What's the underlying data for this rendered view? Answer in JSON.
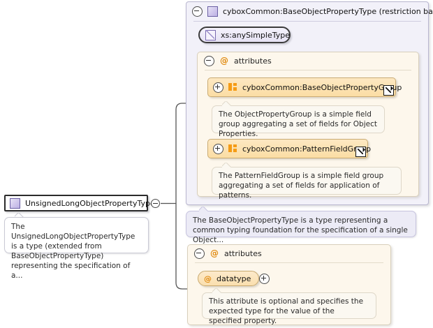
{
  "diagram": {
    "type": "xml-schema-component-diagram",
    "root": {
      "name": "UnsignedLongObjectPropertyType",
      "icon": "complex-type-icon",
      "toggle": "minus-circle-icon",
      "annotation": "The UnsignedLongObjectPropertyType is a type (extended from BaseObjectPropertyType) representing the specification of a..."
    },
    "derived_panel": {
      "toggle": "minus-circle-icon",
      "icon": "complex-type-icon",
      "title": "cyboxCommon:BaseObjectPropertyType (restriction base)",
      "base_chip": {
        "icon": "simple-type-icon",
        "label": "xs:anySimpleType"
      },
      "attributes_section": {
        "toggle": "minus-circle-icon",
        "at_symbol": "@",
        "label": "attributes",
        "items": [
          {
            "toggle": "plus-circle-icon",
            "icon": "attribute-group-icon",
            "label": "cyboxCommon:BaseObjectPropertyGroup",
            "link_icon": "external-link-icon",
            "annotation": "The ObjectPropertyGroup is a simple field group aggregating a set of fields for Object Properties."
          },
          {
            "toggle": "plus-circle-icon",
            "icon": "attribute-group-icon",
            "label": "cyboxCommon:PatternFieldGroup",
            "link_icon": "external-link-icon",
            "annotation": "The PatternFieldGroup is a simple field group aggregating a set of fields for application of patterns."
          }
        ]
      },
      "annotation": "The BaseObjectPropertyType is a type representing a common typing foundation for the specification of a single Object..."
    },
    "own_attributes_panel": {
      "toggle": "minus-circle-icon",
      "at_symbol": "@",
      "label": "attributes",
      "items": [
        {
          "at_symbol": "@",
          "label": "datatype",
          "toggle": "plus-circle-icon",
          "annotation": "This attribute is optional and specifies the expected type for the value of the specified property."
        }
      ]
    },
    "colors": {
      "complex_type_panel_bg": "#f2f1f9",
      "attributes_panel_bg": "#fdf7ec",
      "group_chip": "#fbdda4",
      "accent_orange": "#f59b14",
      "node_border": "#2b2b2b",
      "connector": "#555555"
    }
  }
}
